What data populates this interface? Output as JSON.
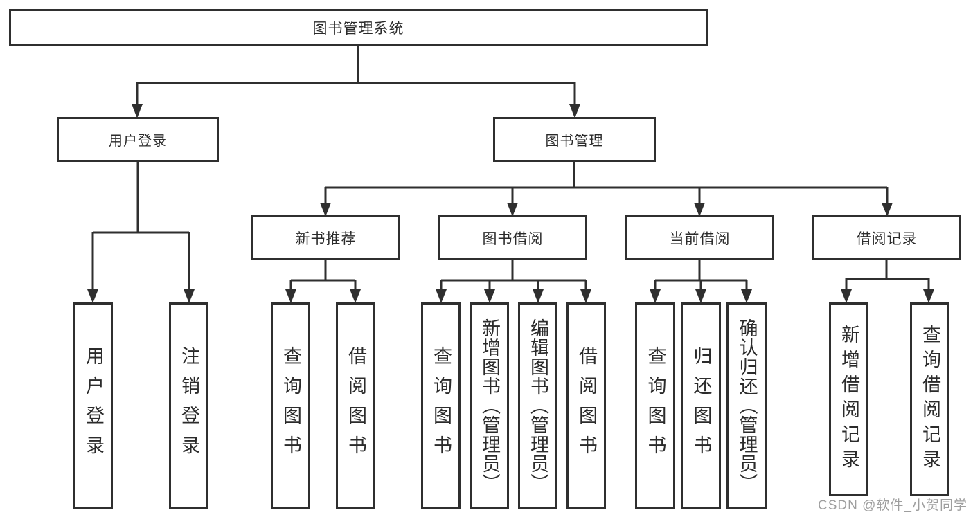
{
  "tree": {
    "root": "图书管理系统",
    "branches": [
      {
        "label": "用户登录",
        "leaves": [
          "用户登录",
          "注销登录"
        ]
      },
      {
        "label": "图书管理",
        "groups": [
          {
            "label": "新书推荐",
            "leaves": [
              "查询图书",
              "借阅图书"
            ]
          },
          {
            "label": "图书借阅",
            "leaves": [
              "查询图书",
              "新增图书（管理员）",
              "编辑图书（管理员）",
              "借阅图书"
            ]
          },
          {
            "label": "当前借阅",
            "leaves": [
              "查询图书",
              "归还图书",
              "确认归还（管理员）"
            ]
          },
          {
            "label": "借阅记录",
            "leaves": [
              "新增借阅记录",
              "查询借阅记录"
            ]
          }
        ]
      }
    ]
  },
  "watermark": {
    "text": "CSDN @软件_小贺同学"
  },
  "colors": {
    "line": "#2f2f2f",
    "text": "#2b2b2b",
    "watermark": "#9e9e9e",
    "background": "#ffffff"
  }
}
